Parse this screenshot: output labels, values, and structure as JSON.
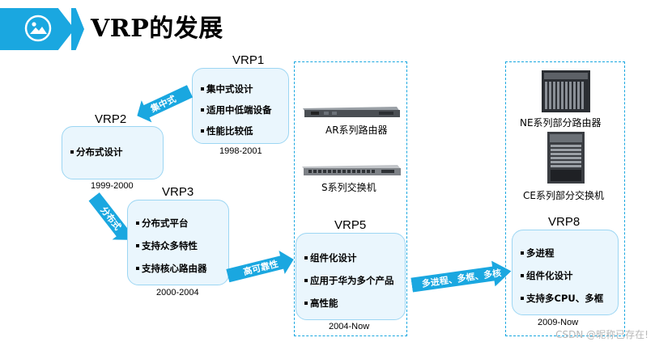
{
  "title": "VRP的发展",
  "versions": {
    "vrp1": {
      "label": "VRP1",
      "year": "1998-2001",
      "items": [
        "集中式设计",
        "适用中低端设备",
        "性能比较低"
      ]
    },
    "vrp2": {
      "label": "VRP2",
      "year": "1999-2000",
      "items": [
        "分布式设计"
      ]
    },
    "vrp3": {
      "label": "VRP3",
      "year": "2000-2004",
      "items": [
        "分布式平台",
        "支持众多特性",
        "支持核心路由器"
      ]
    },
    "vrp5": {
      "label": "VRP5",
      "year": "2004-Now",
      "items": [
        "组件化设计",
        "应用于华为多个产品",
        "高性能"
      ]
    },
    "vrp8": {
      "label": "VRP8",
      "year": "2009-Now",
      "items": [
        "多进程",
        "组件化设计",
        "支持多CPU、多框"
      ]
    }
  },
  "arrows": {
    "a1": "集中式",
    "a2": "分布式",
    "a3": "高可靠性",
    "a4": "多进程、多框、多核"
  },
  "devices": {
    "ar": "AR系列路由器",
    "s": "S系列交换机",
    "ne": "NE系列部分路由器",
    "ce": "CE系列部分交换机"
  },
  "watermark": "CSDN @昵称已存在!",
  "colors": {
    "accent": "#1aa7e0",
    "box_fill": "#eaf6fd",
    "box_border": "#9cd6f3"
  }
}
